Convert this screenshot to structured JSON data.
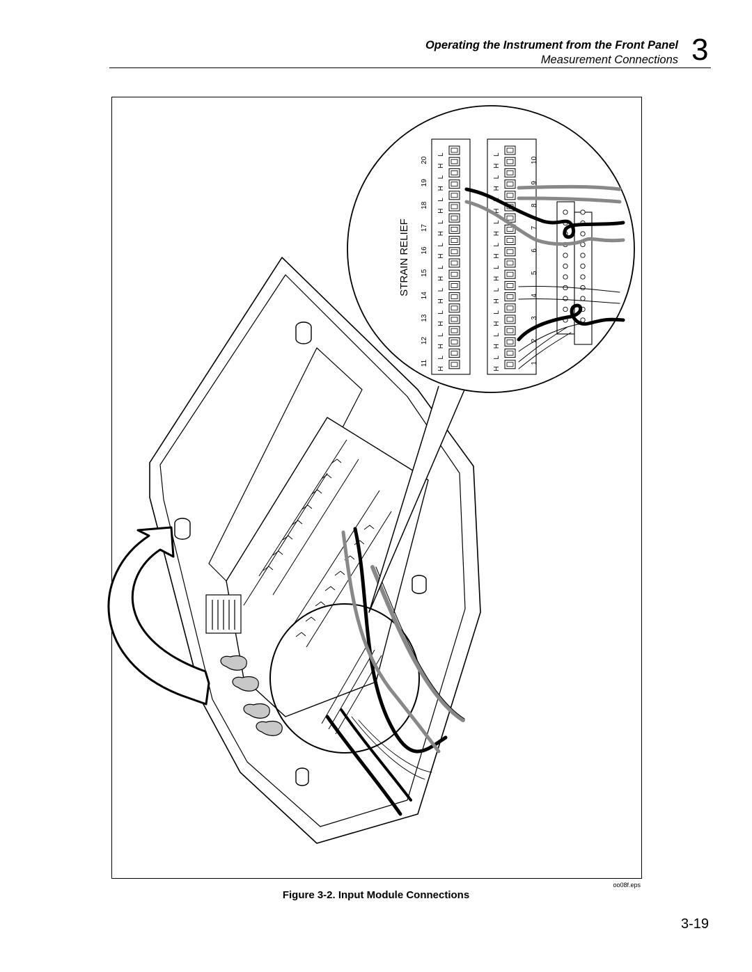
{
  "header": {
    "section_title": "Operating the Instrument from the Front Panel",
    "subsection_title": "Measurement Connections",
    "chapter_number": "3"
  },
  "figure": {
    "callout_label": "STRAIN RELIEF",
    "upper_row_channel_numbers": [
      "11",
      "12",
      "13",
      "14",
      "15",
      "16",
      "17",
      "18",
      "19",
      "20"
    ],
    "lower_row_channel_numbers": [
      "1",
      "2",
      "3",
      "4",
      "5",
      "6",
      "7",
      "8",
      "9",
      "10"
    ],
    "terminal_pair_letters": [
      "H",
      "L"
    ],
    "file_id": "oo08f.eps",
    "caption": "Figure 3-2. Input Module Connections"
  },
  "footer": {
    "page_number": "3-19"
  }
}
